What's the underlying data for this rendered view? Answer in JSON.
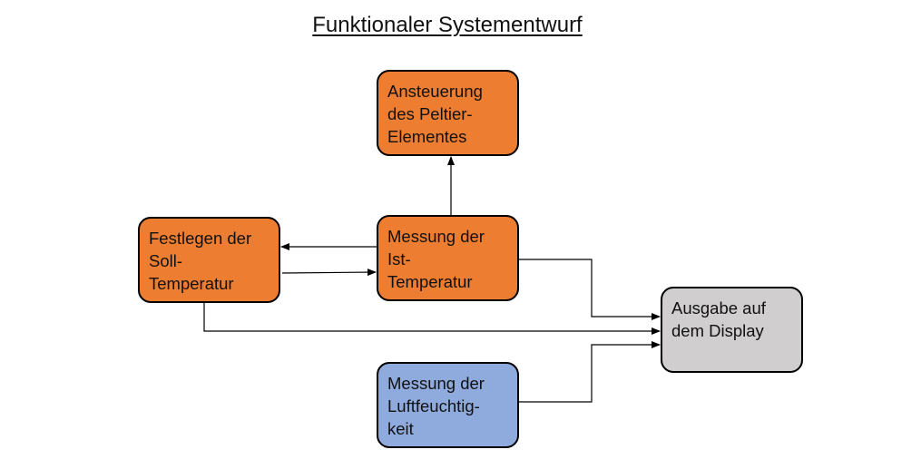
{
  "title": "Funktionaler Systementwurf",
  "nodes": {
    "peltier": {
      "lines": [
        "Ansteuerung",
        "des Peltier-",
        "Elementes"
      ],
      "color": "#ED7D31"
    },
    "soll": {
      "lines": [
        "Festlegen der",
        "Soll-",
        "Temperatur"
      ],
      "color": "#ED7D31"
    },
    "ist": {
      "lines": [
        "Messung der",
        "Ist-",
        "Temperatur"
      ],
      "color": "#ED7D31"
    },
    "display": {
      "lines": [
        "Ausgabe auf",
        "dem Display"
      ],
      "color": "#D0CECE"
    },
    "luft": {
      "lines": [
        "Messung der",
        "Luftfeuchtig-",
        "keit"
      ],
      "color": "#8FAADC"
    }
  },
  "edges": [
    {
      "from": "ist",
      "to": "peltier"
    },
    {
      "from": "ist",
      "to": "soll"
    },
    {
      "from": "soll",
      "to": "ist"
    },
    {
      "from": "ist",
      "to": "display"
    },
    {
      "from": "soll",
      "to": "display"
    },
    {
      "from": "luft",
      "to": "display"
    }
  ]
}
